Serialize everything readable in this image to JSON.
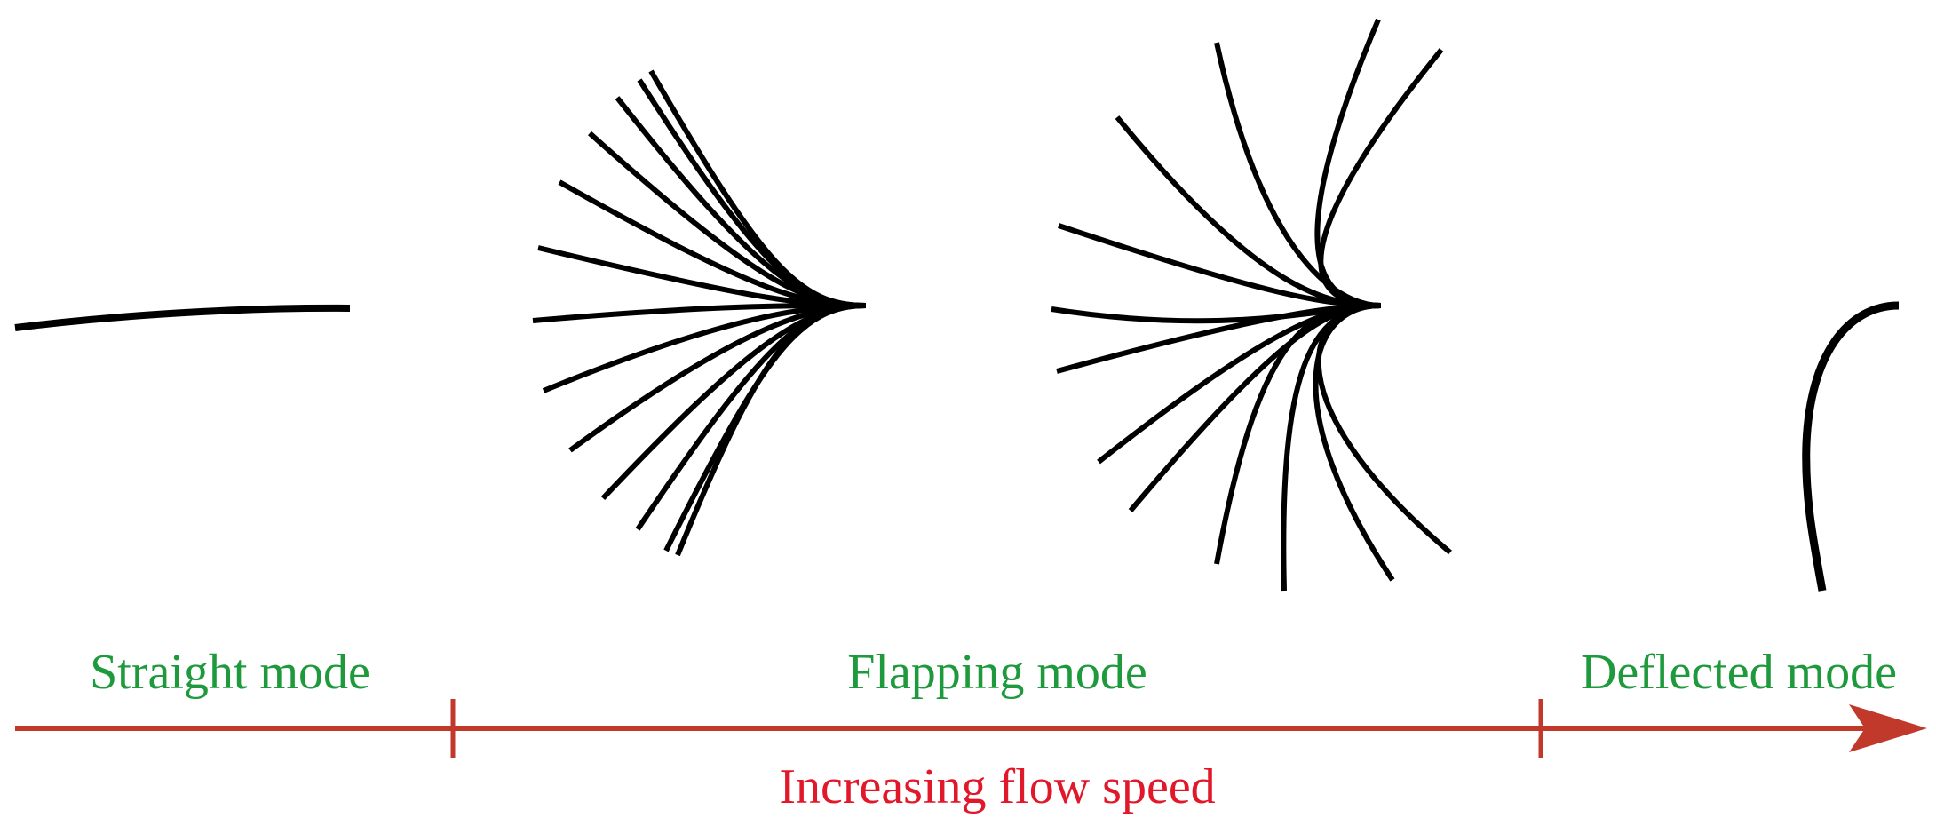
{
  "modes": [
    {
      "label": "Straight mode"
    },
    {
      "label": "Flapping mode"
    },
    {
      "label": "Deflected mode"
    }
  ],
  "axis": {
    "label": "Increasing flow speed"
  },
  "colors": {
    "mode_label": "#1e9a3c",
    "axis": "#c0392b",
    "axis_label": "#e0182a",
    "filament": "#000000"
  }
}
